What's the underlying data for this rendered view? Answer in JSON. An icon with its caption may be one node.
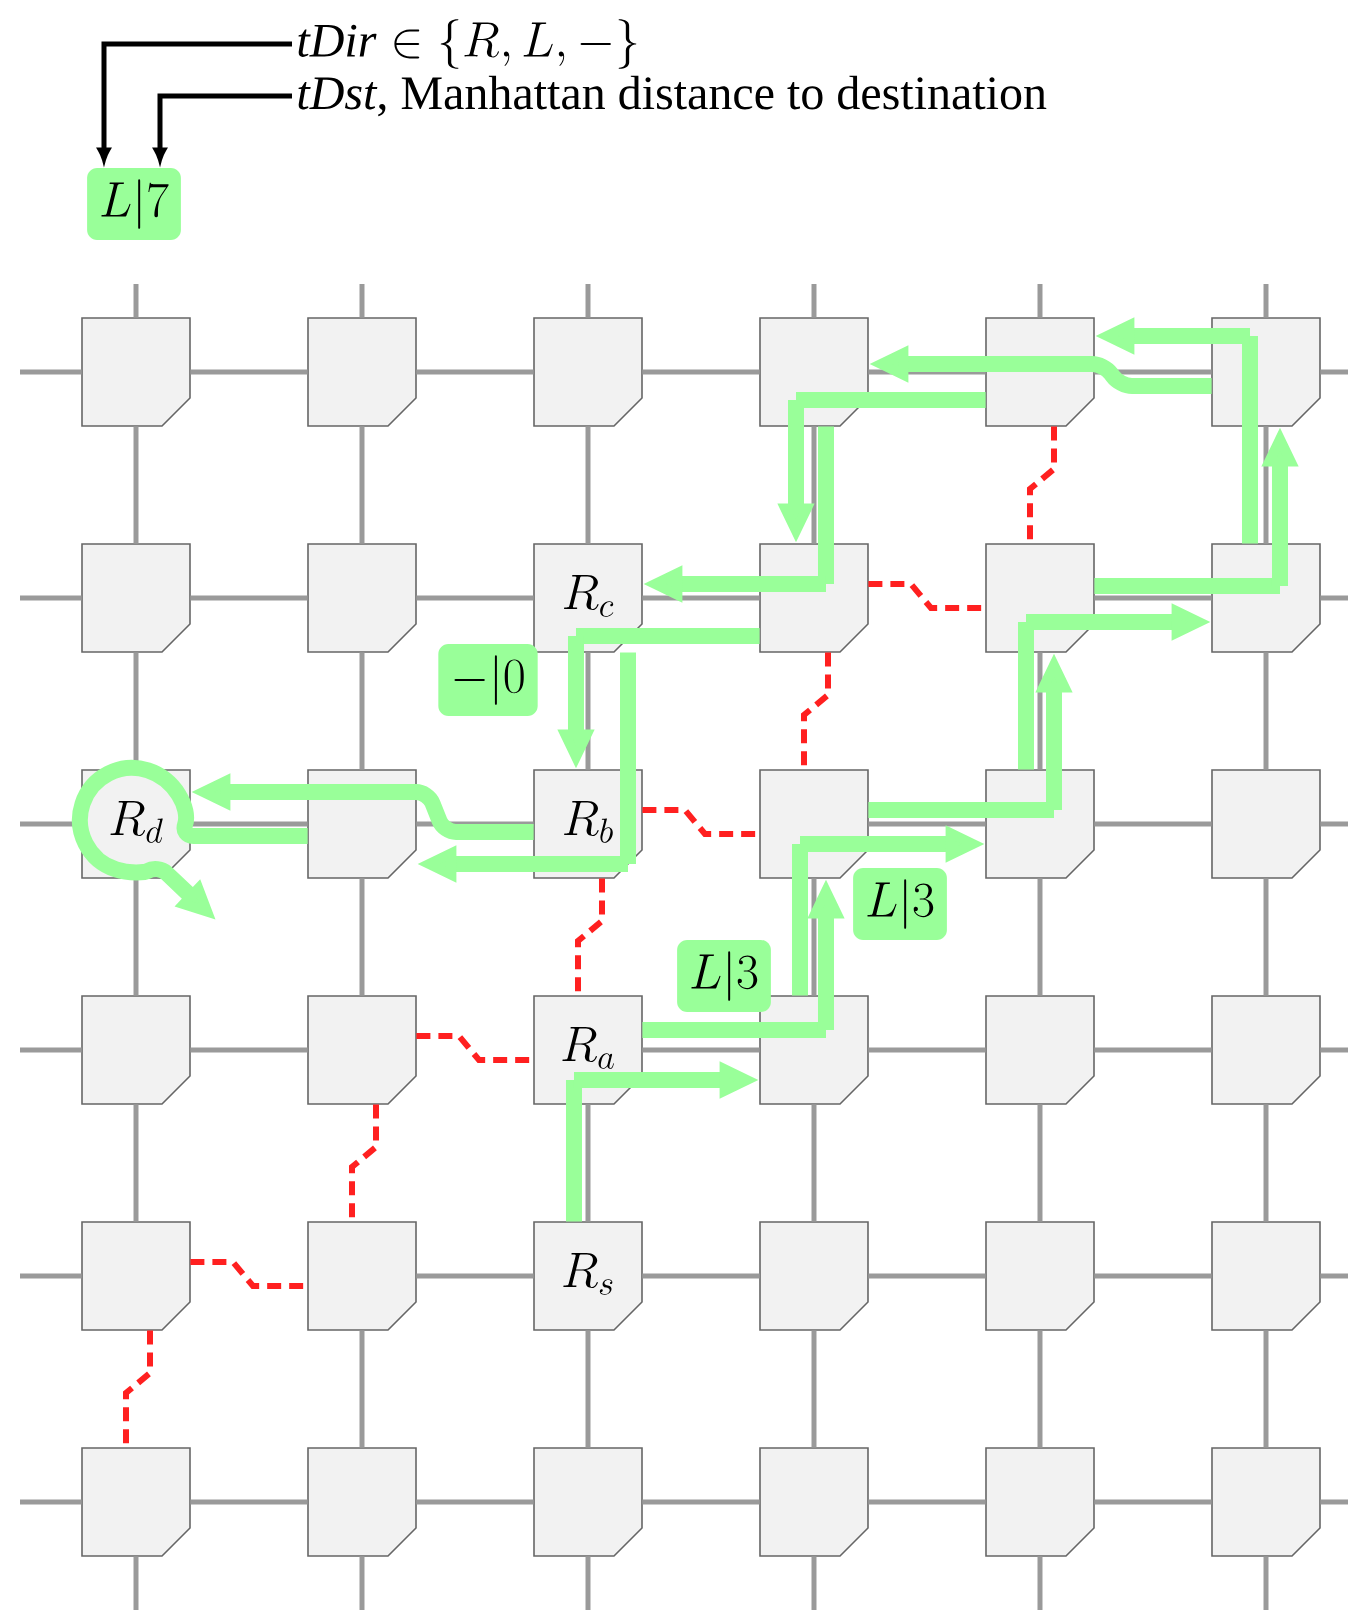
{
  "diagram": {
    "nodes": [
      {
        "text": [
          "\\mathit{tDir} \\in \\{R, L, -\\}"
        ]
      },
      {
        "text": [
          "*tDst*, Manhattan distance to destination"
        ]
      },
      {
        "text": [
          "L|7"
        ]
      },
      {
        "text": [],
        "shape": "box"
      },
      {
        "text": [],
        "shape": "box"
      },
      {
        "text": [],
        "shape": "box"
      },
      {
        "text": [],
        "shape": "box"
      },
      {
        "text": [],
        "shape": "box"
      },
      {
        "text": [],
        "shape": "box"
      },
      {
        "text": [],
        "shape": "box"
      },
      {
        "text": [],
        "shape": "box"
      },
      {
        "text": [
          "R_c"
        ]
      },
      {
        "text": [],
        "shape": "box"
      },
      {
        "text": [],
        "shape": "box"
      },
      {
        "text": [],
        "shape": "box"
      },
      {
        "text": [
          "R_d"
        ]
      },
      {
        "text": [],
        "shape": "box"
      },
      {
        "text": [
          "R_b"
        ]
      },
      {
        "text": [],
        "shape": "box"
      },
      {
        "text": [],
        "shape": "box"
      },
      {
        "text": [],
        "shape": "box"
      },
      {
        "text": [],
        "shape": "box"
      },
      {
        "text": [],
        "shape": "box"
      },
      {
        "text": [
          "R_a"
        ]
      },
      {
        "text": [],
        "shape": "box"
      },
      {
        "text": [],
        "shape": "box"
      },
      {
        "text": [],
        "shape": "box"
      },
      {
        "text": [],
        "shape": "box"
      },
      {
        "text": [],
        "shape": "box"
      },
      {
        "text": [
          "R_s"
        ]
      },
      {
        "text": [],
        "shape": "box"
      },
      {
        "text": [],
        "shape": "box"
      },
      {
        "text": [],
        "shape": "box"
      },
      {
        "text": [],
        "shape": "box"
      },
      {
        "text": [],
        "shape": "box"
      },
      {
        "text": [],
        "shape": "box"
      },
      {
        "text": [],
        "shape": "box"
      },
      {
        "text": [],
        "shape": "box"
      },
      {
        "text": [],
        "shape": "box"
      },
      {
        "text": [
          "-|0"
        ]
      },
      {
        "text": [
          "L|3"
        ]
      },
      {
        "text": [
          "L|3"
        ]
      }
    ],
    "edges": [
      {
        "from": 0,
        "to": 2,
        "arrow": "to",
        "color": "#000000"
      },
      {
        "from": 1,
        "to": 2,
        "arrow": "to",
        "color": "#000000"
      },
      {
        "from": 3,
        "to": 4,
        "arrow": "none"
      },
      {
        "from": 4,
        "to": 5,
        "arrow": "none"
      },
      {
        "from": 5,
        "to": 6,
        "arrow": "none"
      },
      {
        "from": 6,
        "to": 7,
        "arrow": "none"
      },
      {
        "from": 7,
        "to": 8,
        "arrow": "none"
      },
      {
        "from": 9,
        "to": 10,
        "arrow": "none"
      },
      {
        "from": 10,
        "to": 11,
        "arrow": "none"
      },
      {
        "from": 11,
        "to": 12,
        "arrow": "none"
      },
      {
        "from": 13,
        "to": 14,
        "arrow": "none"
      },
      {
        "from": 15,
        "to": 16,
        "arrow": "none"
      },
      {
        "from": 16,
        "to": 17,
        "arrow": "none"
      },
      {
        "from": 18,
        "to": 19,
        "arrow": "none"
      },
      {
        "from": 19,
        "to": 20,
        "arrow": "none"
      },
      {
        "from": 21,
        "to": 22,
        "arrow": "none"
      },
      {
        "from": 23,
        "to": 24,
        "arrow": "none"
      },
      {
        "from": 24,
        "to": 25,
        "arrow": "none"
      },
      {
        "from": 25,
        "to": 26,
        "arrow": "none"
      },
      {
        "from": 28,
        "to": 29,
        "arrow": "none"
      },
      {
        "from": 29,
        "to": 30,
        "arrow": "none"
      },
      {
        "from": 30,
        "to": 31,
        "arrow": "none"
      },
      {
        "from": 31,
        "to": 32,
        "arrow": "none"
      },
      {
        "from": 33,
        "to": 34,
        "arrow": "none"
      },
      {
        "from": 34,
        "to": 35,
        "arrow": "none"
      },
      {
        "from": 35,
        "to": 36,
        "arrow": "none"
      },
      {
        "from": 36,
        "to": 37,
        "arrow": "none"
      },
      {
        "from": 37,
        "to": 38,
        "arrow": "none"
      },
      {
        "from": 3,
        "to": 9,
        "arrow": "none"
      },
      {
        "from": 4,
        "to": 10,
        "arrow": "none"
      },
      {
        "from": 5,
        "to": 11,
        "arrow": "none"
      },
      {
        "from": 6,
        "to": 12,
        "arrow": "none"
      },
      {
        "from": 8,
        "to": 14,
        "arrow": "none"
      },
      {
        "from": 9,
        "to": 15,
        "arrow": "none"
      },
      {
        "from": 10,
        "to": 16,
        "arrow": "none"
      },
      {
        "from": 11,
        "to": 17,
        "arrow": "none"
      },
      {
        "from": 13,
        "to": 19,
        "arrow": "none"
      },
      {
        "from": 14,
        "to": 20,
        "arrow": "none"
      },
      {
        "from": 15,
        "to": 21,
        "arrow": "none"
      },
      {
        "from": 16,
        "to": 22,
        "arrow": "none"
      },
      {
        "from": 18,
        "to": 24,
        "arrow": "none"
      },
      {
        "from": 19,
        "to": 25,
        "arrow": "none"
      },
      {
        "from": 20,
        "to": 26,
        "arrow": "none"
      },
      {
        "from": 21,
        "to": 27,
        "arrow": "none"
      },
      {
        "from": 23,
        "to": 29,
        "arrow": "none"
      },
      {
        "from": 24,
        "to": 30,
        "arrow": "none"
      },
      {
        "from": 25,
        "to": 31,
        "arrow": "none"
      },
      {
        "from": 26,
        "to": 32,
        "arrow": "none"
      },
      {
        "from": 28,
        "to": 34,
        "arrow": "none"
      },
      {
        "from": 29,
        "to": 35,
        "arrow": "none"
      },
      {
        "from": 30,
        "to": 36,
        "arrow": "none"
      },
      {
        "from": 31,
        "to": 37,
        "arrow": "none"
      },
      {
        "from": 32,
        "to": 38,
        "arrow": "none"
      },
      {
        "from": null,
        "to": 3,
        "arrow": "none"
      },
      {
        "from": null,
        "to": 9,
        "arrow": "none"
      },
      {
        "from": null,
        "to": 15,
        "arrow": "none"
      },
      {
        "from": null,
        "to": 21,
        "arrow": "none"
      },
      {
        "from": null,
        "to": 27,
        "arrow": "none"
      },
      {
        "from": null,
        "to": 33,
        "arrow": "none"
      },
      {
        "from": 8,
        "to": null,
        "arrow": "none"
      },
      {
        "from": 14,
        "to": null,
        "arrow": "none"
      },
      {
        "from": 20,
        "to": null,
        "arrow": "none"
      },
      {
        "from": 26,
        "to": null,
        "arrow": "none"
      },
      {
        "from": 32,
        "to": null,
        "arrow": "none"
      },
      {
        "from": 38,
        "to": null,
        "arrow": "none"
      },
      {
        "from": null,
        "to": 3,
        "arrow": "none"
      },
      {
        "from": null,
        "to": 4,
        "arrow": "none"
      },
      {
        "from": null,
        "to": 5,
        "arrow": "none"
      },
      {
        "from": null,
        "to": 6,
        "arrow": "none"
      },
      {
        "from": null,
        "to": 7,
        "arrow": "none"
      },
      {
        "from": null,
        "to": 8,
        "arrow": "none"
      },
      {
        "from": 33,
        "to": null,
        "arrow": "none"
      },
      {
        "from": 34,
        "to": null,
        "arrow": "none"
      },
      {
        "from": 35,
        "to": null,
        "arrow": "none"
      },
      {
        "from": 36,
        "to": null,
        "arrow": "none"
      },
      {
        "from": 37,
        "to": null,
        "arrow": "none"
      },
      {
        "from": 38,
        "to": null,
        "arrow": "none"
      },
      {
        "from": 7,
        "to": 13,
        "arrow": "none",
        "style": "dashed",
        "color": "#ff2020"
      },
      {
        "from": 12,
        "to": 13,
        "arrow": "none",
        "style": "dashed",
        "color": "#ff2020"
      },
      {
        "from": 12,
        "to": 18,
        "arrow": "none",
        "style": "dashed",
        "color": "#ff2020"
      },
      {
        "from": 17,
        "to": 18,
        "arrow": "none",
        "style": "dashed",
        "color": "#ff2020"
      },
      {
        "from": 17,
        "to": 23,
        "arrow": "none",
        "style": "dashed",
        "color": "#ff2020"
      },
      {
        "from": 22,
        "to": 23,
        "arrow": "none",
        "style": "dashed",
        "color": "#ff2020"
      },
      {
        "from": 22,
        "to": 28,
        "arrow": "none",
        "style": "dashed",
        "color": "#ff2020"
      },
      {
        "from": 27,
        "to": 28,
        "arrow": "none",
        "style": "dashed",
        "color": "#ff2020"
      },
      {
        "from": 27,
        "to": 33,
        "arrow": "none",
        "style": "dashed",
        "color": "#ff2020"
      },
      {
        "from": 29,
        "to": 23,
        "arrow": "none",
        "style": "thick",
        "color": "#99ff99"
      },
      {
        "from": 23,
        "to": 24,
        "arrow": "to",
        "style": "thick",
        "color": "#99ff99"
      },
      {
        "from": 23,
        "to": 24,
        "arrow": "none",
        "style": "thick",
        "color": "#99ff99"
      },
      {
        "from": 24,
        "to": 18,
        "arrow": "to",
        "style": "thick",
        "color": "#99ff99"
      },
      {
        "from": 24,
        "to": 18,
        "arrow": "none",
        "style": "thick",
        "color": "#99ff99"
      },
      {
        "from": 18,
        "to": 19,
        "arrow": "to",
        "style": "thick",
        "color": "#99ff99"
      },
      {
        "from": 18,
        "to": 19,
        "arrow": "none",
        "style": "thick",
        "color": "#99ff99"
      },
      {
        "from": 19,
        "to": 13,
        "arrow": "to",
        "style": "thick",
        "color": "#99ff99"
      },
      {
        "from": 19,
        "to": 13,
        "arrow": "none",
        "style": "thick",
        "color": "#99ff99"
      },
      {
        "from": 13,
        "to": 14,
        "arrow": "to",
        "style": "thick",
        "color": "#99ff99"
      },
      {
        "from": 13,
        "to": 14,
        "arrow": "none",
        "style": "thick",
        "color": "#99ff99"
      },
      {
        "from": 14,
        "to": 8,
        "arrow": "to",
        "style": "thick",
        "color": "#99ff99"
      },
      {
        "from": 14,
        "to": 8,
        "arrow": "none",
        "style": "thick",
        "color": "#99ff99"
      },
      {
        "from": 8,
        "to": 7,
        "arrow": "to",
        "style": "thick",
        "color": "#99ff99"
      },
      {
        "from": 8,
        "to": 7,
        "arrow": "none",
        "style": "thick",
        "color": "#99ff99"
      },
      {
        "from": 7,
        "to": 6,
        "arrow": "to",
        "style": "thick",
        "color": "#99ff99"
      },
      {
        "from": 7,
        "to": 6,
        "arrow": "none",
        "style": "thick",
        "color": "#99ff99"
      },
      {
        "from": 6,
        "to": 12,
        "arrow": "to",
        "style": "thick",
        "color": "#99ff99"
      },
      {
        "from": 6,
        "to": 12,
        "arrow": "none",
        "style": "thick",
        "color": "#99ff99"
      },
      {
        "from": 12,
        "to": 11,
        "arrow": "to",
        "style": "thick",
        "color": "#99ff99"
      },
      {
        "from": 12,
        "to": 11,
        "arrow": "none",
        "style": "thick",
        "color": "#99ff99"
      },
      {
        "from": 11,
        "to": 17,
        "arrow": "to",
        "style": "thick",
        "color": "#99ff99"
      },
      {
        "from": 11,
        "to": 17,
        "arrow": "none",
        "style": "thick",
        "color": "#99ff99"
      },
      {
        "from": 17,
        "to": 16,
        "arrow": "to",
        "style": "thick",
        "color": "#99ff99"
      },
      {
        "from": 17,
        "to": 16,
        "arrow": "none",
        "style": "thick",
        "color": "#99ff99"
      },
      {
        "from": 16,
        "to": 15,
        "arrow": "to",
        "style": "thick",
        "color": "#99ff99"
      },
      {
        "from": 16,
        "to": 15,
        "arrow": "to",
        "style": "thick",
        "color": "#99ff99"
      }
    ]
  }
}
